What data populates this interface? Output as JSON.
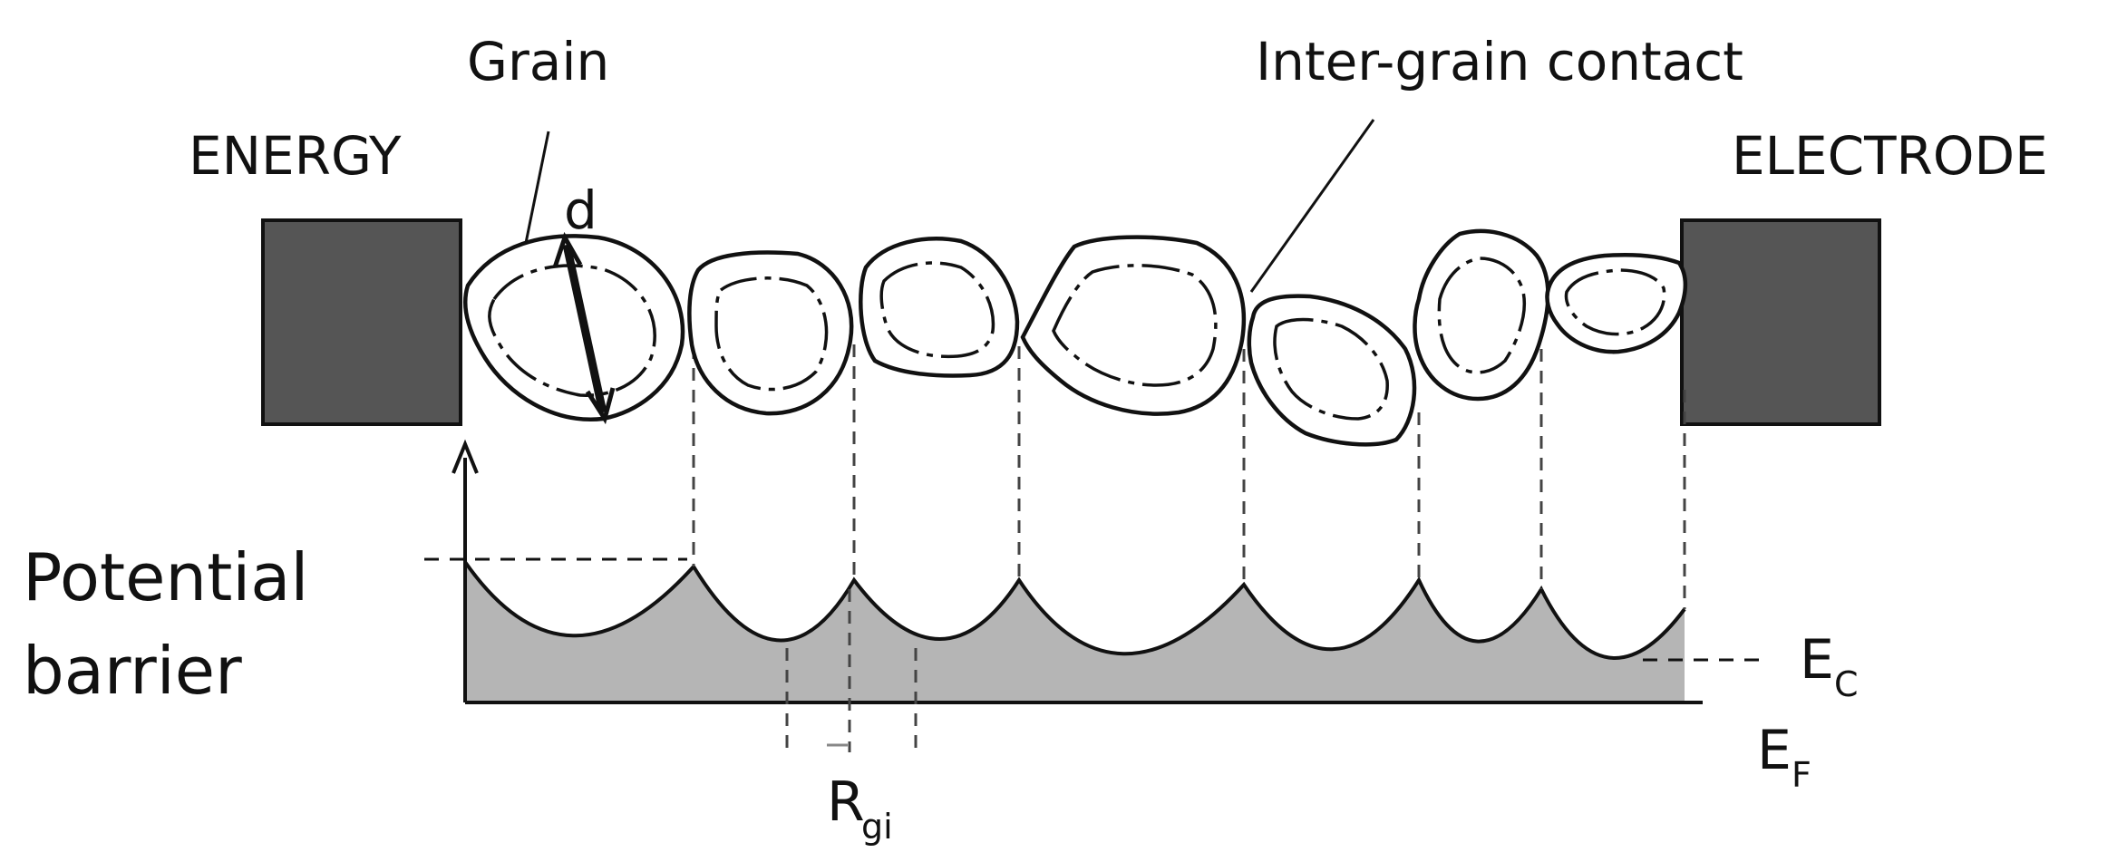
{
  "labels": {
    "grain": "Grain",
    "inter_grain_contact": "Inter-grain contact",
    "energy": "ENERGY",
    "electrode": "ELECTRODE",
    "d": "d",
    "potential_line1": "Potential",
    "potential_line2": "barrier",
    "ec_main": "E",
    "ec_sub": "C",
    "ef_main": "E",
    "ef_sub": "F",
    "rgi_main": "R",
    "rgi_sub": "gi"
  },
  "colors": {
    "electrode_fill": "#555555",
    "band_fill": "#b5b5b5",
    "line": "#111111"
  }
}
